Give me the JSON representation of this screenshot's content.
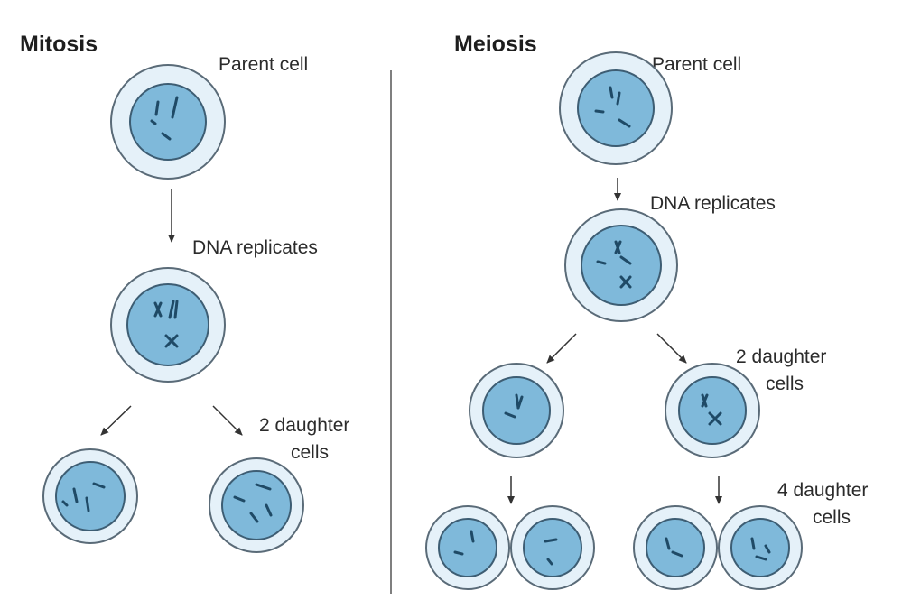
{
  "mitosis": {
    "heading": "Mitosis",
    "parent_label": "Parent cell",
    "replicate_label": "DNA replicates",
    "daughters_label_line1": "2 daughter",
    "daughters_label_line2": "cells"
  },
  "meiosis": {
    "heading": "Meiosis",
    "parent_label": "Parent cell",
    "replicate_label": "DNA replicates",
    "daughters_label_line1": "2 daughter",
    "daughters_label_line2": "cells",
    "final_label_line1": "4 daughter",
    "final_label_line2": "cells"
  },
  "colors": {
    "cell_outer": "#e5f1f9",
    "nucleus": "#7fb9da",
    "chromosome": "#1f4a66"
  }
}
